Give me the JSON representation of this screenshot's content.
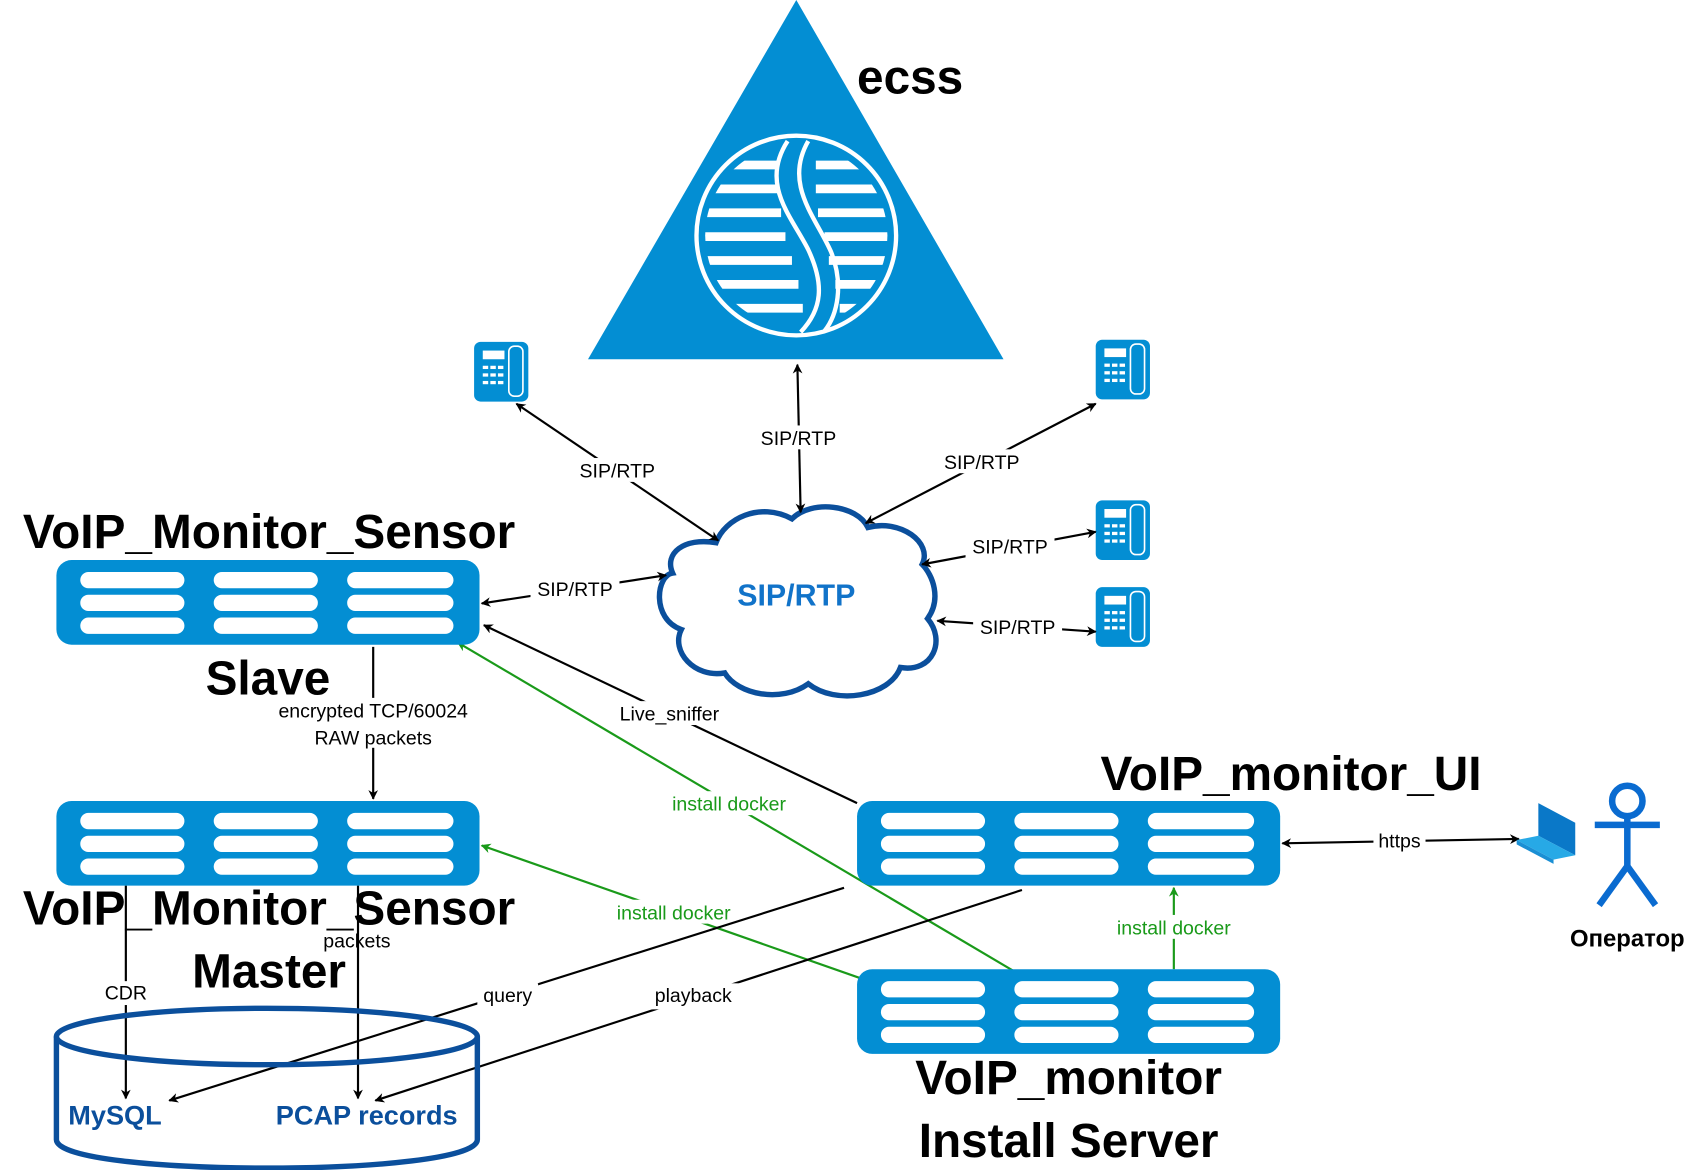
{
  "colors": {
    "server_blue": "#038ed3",
    "db_blue": "#0b4f9c",
    "cloud_text": "#1173c9",
    "install_green": "#1a9a1a",
    "actor_blue": "#0a6bd0"
  },
  "nodes": {
    "ecss": {
      "label": "ecss",
      "icon": "ecss-triangle-logo-icon"
    },
    "cloud": {
      "label": "SIP/RTP",
      "icon": "cloud-icon"
    },
    "sensor_slave": {
      "title": "VoIP_Monitor_Sensor",
      "subtitle": "Slave",
      "icon": "server-rack-icon"
    },
    "sensor_master": {
      "title": "VoIP_Monitor_Sensor",
      "subtitle": "Master",
      "icon": "server-rack-icon"
    },
    "ui": {
      "title": "VoIP_monitor_UI",
      "icon": "server-rack-icon"
    },
    "install_server": {
      "title": "VoIP_monitor",
      "subtitle": "Install Server",
      "icon": "server-rack-icon"
    },
    "database": {
      "icon": "database-cylinder-icon",
      "stores": [
        "MySQL",
        "PCAP records"
      ]
    },
    "operator": {
      "label": "Оператор",
      "icon": "person-actor-icon"
    },
    "laptop": {
      "icon": "laptop-icon"
    },
    "phones": [
      {
        "icon": "desk-phone-icon"
      },
      {
        "icon": "desk-phone-icon"
      },
      {
        "icon": "desk-phone-icon"
      },
      {
        "icon": "desk-phone-icon"
      }
    ]
  },
  "edges": [
    {
      "from": "cloud",
      "to": "ecss",
      "label": "SIP/RTP",
      "direction": "both"
    },
    {
      "from": "cloud",
      "to": "phone-1",
      "label": "SIP/RTP",
      "direction": "both"
    },
    {
      "from": "cloud",
      "to": "phone-2",
      "label": "SIP/RTP",
      "direction": "both"
    },
    {
      "from": "cloud",
      "to": "phone-3",
      "label": "SIP/RTP",
      "direction": "both"
    },
    {
      "from": "cloud",
      "to": "phone-4",
      "label": "SIP/RTP",
      "direction": "both"
    },
    {
      "from": "cloud",
      "to": "sensor_slave",
      "label": "SIP/RTP",
      "direction": "both"
    },
    {
      "from": "sensor_slave",
      "to": "sensor_master",
      "label": "encrypted TCP/60024\nRAW packets",
      "label_lines": [
        "encrypted TCP/60024",
        "RAW packets"
      ],
      "direction": "forward"
    },
    {
      "from": "ui",
      "to": "sensor_slave",
      "label": "Live_sniffer",
      "direction": "forward"
    },
    {
      "from": "install_server",
      "to": "sensor_slave",
      "label": "install docker",
      "direction": "forward",
      "color": "green"
    },
    {
      "from": "install_server",
      "to": "sensor_master",
      "label": "install docker",
      "direction": "forward",
      "color": "green"
    },
    {
      "from": "install_server",
      "to": "ui",
      "label": "install docker",
      "direction": "forward",
      "color": "green"
    },
    {
      "from": "sensor_master",
      "to": "MySQL",
      "label": "CDR",
      "direction": "forward"
    },
    {
      "from": "sensor_master",
      "to": "PCAP records",
      "label": "packets",
      "direction": "forward"
    },
    {
      "from": "ui",
      "to": "MySQL",
      "label": "query",
      "direction": "forward"
    },
    {
      "from": "ui",
      "to": "PCAP records",
      "label": "playback",
      "direction": "forward"
    },
    {
      "from": "laptop",
      "to": "ui",
      "label": "https",
      "direction": "both"
    }
  ]
}
